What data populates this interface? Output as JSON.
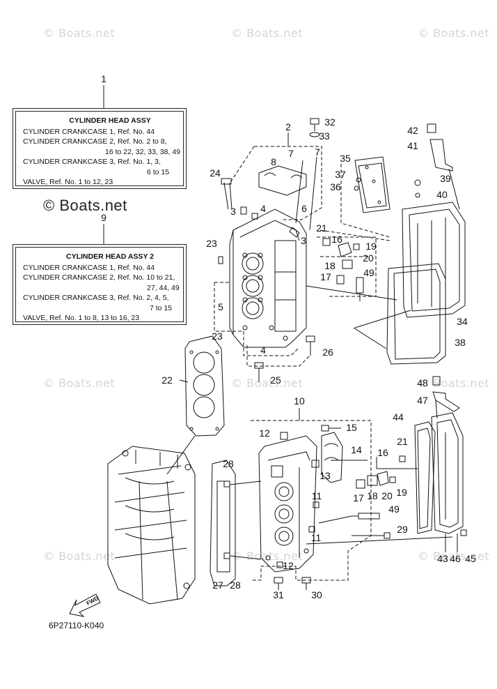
{
  "watermarks": [
    {
      "text": "© Boats.net",
      "pos": "top-left"
    },
    {
      "text": "© Boats.net",
      "pos": "top-center"
    },
    {
      "text": "© Boats.net",
      "pos": "top-right"
    },
    {
      "text": "© Boats.net",
      "pos": "mid-left-bold"
    },
    {
      "text": "© Boats.net",
      "pos": "mid-left"
    },
    {
      "text": "© Boats.net",
      "pos": "mid-center"
    },
    {
      "text": "© Boats.net",
      "pos": "mid-right"
    },
    {
      "text": "© Boats.net",
      "pos": "lower-left"
    },
    {
      "text": "© Boats.net",
      "pos": "lower-center"
    },
    {
      "text": "© Boats.net",
      "pos": "lower-right"
    }
  ],
  "ref_box_1": {
    "callout": "1",
    "title": "CYLINDER HEAD ASSY",
    "lines": [
      "CYLINDER CRANKCASE 1,  Ref. No. 44",
      "CYLINDER CRANKCASE 2,  Ref. No. 2 to 8,",
      "16 to 22, 32, 33, 38, 49",
      "CYLINDER CRANKCASE 3,  Ref. No. 1, 3,",
      "6 to 15",
      "VALVE,  Ref. No. 1 to 12, 23"
    ]
  },
  "ref_box_9": {
    "callout": "9",
    "title": "CYLINDER HEAD ASSY 2",
    "lines": [
      "CYLINDER CRANKCASE 1,  Ref. No. 44",
      "CYLINDER CRANKCASE 2,  Ref. No. 10 to 21,",
      "27, 44, 49",
      "CYLINDER CRANKCASE 3,  Ref. No. 2, 4, 5,",
      "7 to 15",
      "VALVE,  Ref. No. 1 to 8, 13 to 16, 23"
    ]
  },
  "callouts": [
    "2",
    "32",
    "33",
    "7",
    "7",
    "8",
    "24",
    "3",
    "4",
    "6",
    "3",
    "23",
    "5",
    "23",
    "4",
    "25",
    "26",
    "35",
    "37",
    "36",
    "21",
    "16",
    "19",
    "20",
    "18",
    "17",
    "49",
    "42",
    "41",
    "39",
    "40",
    "34",
    "38",
    "22",
    "10",
    "12",
    "15",
    "14",
    "13",
    "11",
    "11",
    "12",
    "31",
    "30",
    "28",
    "27",
    "28",
    "48",
    "47",
    "44",
    "21",
    "16",
    "17",
    "18",
    "20",
    "19",
    "49",
    "29",
    "43",
    "46",
    "45"
  ],
  "fwd_label": "FWD",
  "part_code": "6P27110-K040"
}
